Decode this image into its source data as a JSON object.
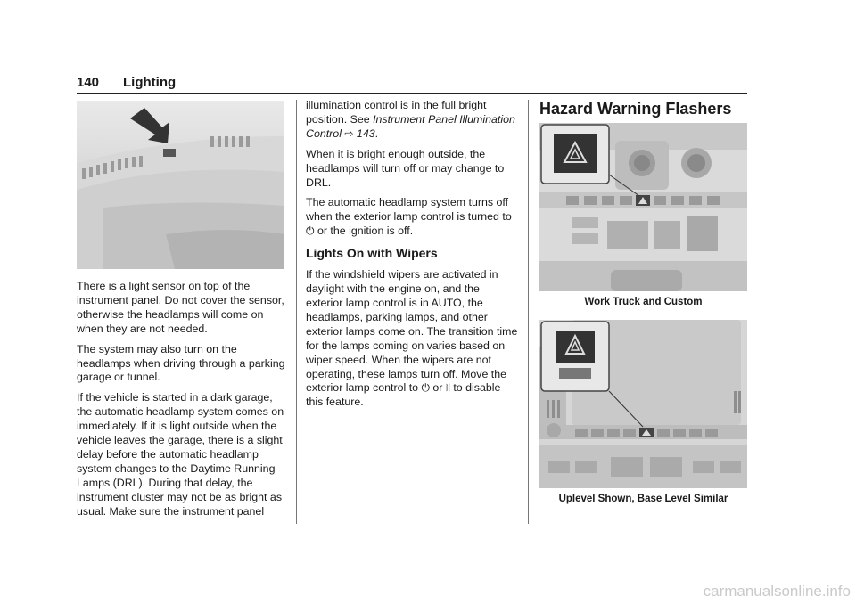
{
  "header": {
    "page_number": "140",
    "section": "Lighting"
  },
  "col1": {
    "p1": "There is a light sensor on top of the instrument panel. Do not cover the sensor, otherwise the headlamps will come on when they are not needed.",
    "p2": "The system may also turn on the headlamps when driving through a parking garage or tunnel.",
    "p3": "If the vehicle is started in a dark garage, the automatic headlamp system comes on immediately. If it is light outside when the vehicle leaves the garage, there is a slight delay before the automatic headlamp system changes to the Daytime Running Lamps (DRL). During that delay, the instrument cluster may not be as bright as usual. Make sure the instrument panel"
  },
  "col2": {
    "p1_pre": "illumination control is in the full bright position. See ",
    "p1_link": "Instrument Panel Illumination Control",
    "p1_ref_icon": "⇨",
    "p1_ref_page": "143",
    "p1_end": ".",
    "p2": "When it is bright enough outside, the headlamps will turn off or may change to DRL.",
    "p3_pre": "The automatic headlamp system turns off when the exterior lamp control is turned to",
    "power_icon": "⏻",
    "p3_post": " or the ignition is off.",
    "h_lights": "Lights On with Wipers",
    "p4_pre": "If the windshield wipers are activated in daylight with the engine on, and the exterior lamp control is in AUTO, the headlamps, parking lamps, and other exterior lamps come on. The transition time for the lamps coming on varies based on wiper speed. When the wipers are not operating, these lamps turn off. Move the exterior lamp control to ",
    "p4_or": " or ",
    "parking_lamp_icon": "⧘⧙",
    "p4_post": " to disable this feature."
  },
  "col3": {
    "heading": "Hazard Warning Flashers",
    "caption1": "Work Truck and Custom",
    "caption2": "Uplevel Shown, Base Level Similar"
  },
  "watermark": "carmanualsonline.info"
}
